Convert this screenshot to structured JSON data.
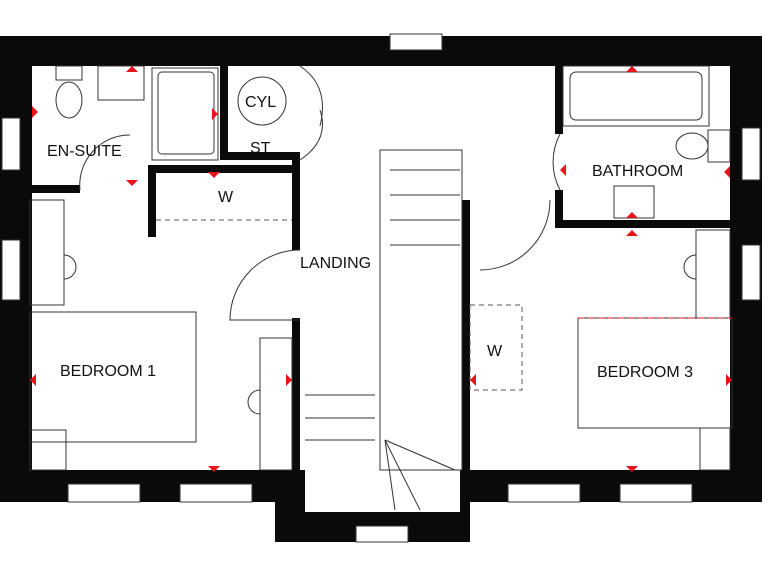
{
  "rooms": {
    "en_suite": "EN-SUITE",
    "cylinder": "CYL",
    "store": "ST",
    "wardrobe_1": "W",
    "landing": "LANDING",
    "bathroom": "BATHROOM",
    "bedroom_1": "BEDROOM 1",
    "wardrobe_3": "W",
    "bedroom_3": "BEDROOM 3"
  },
  "colors": {
    "wall": "#0a0a0a",
    "marker": "#e8141b",
    "line": "#333333"
  }
}
